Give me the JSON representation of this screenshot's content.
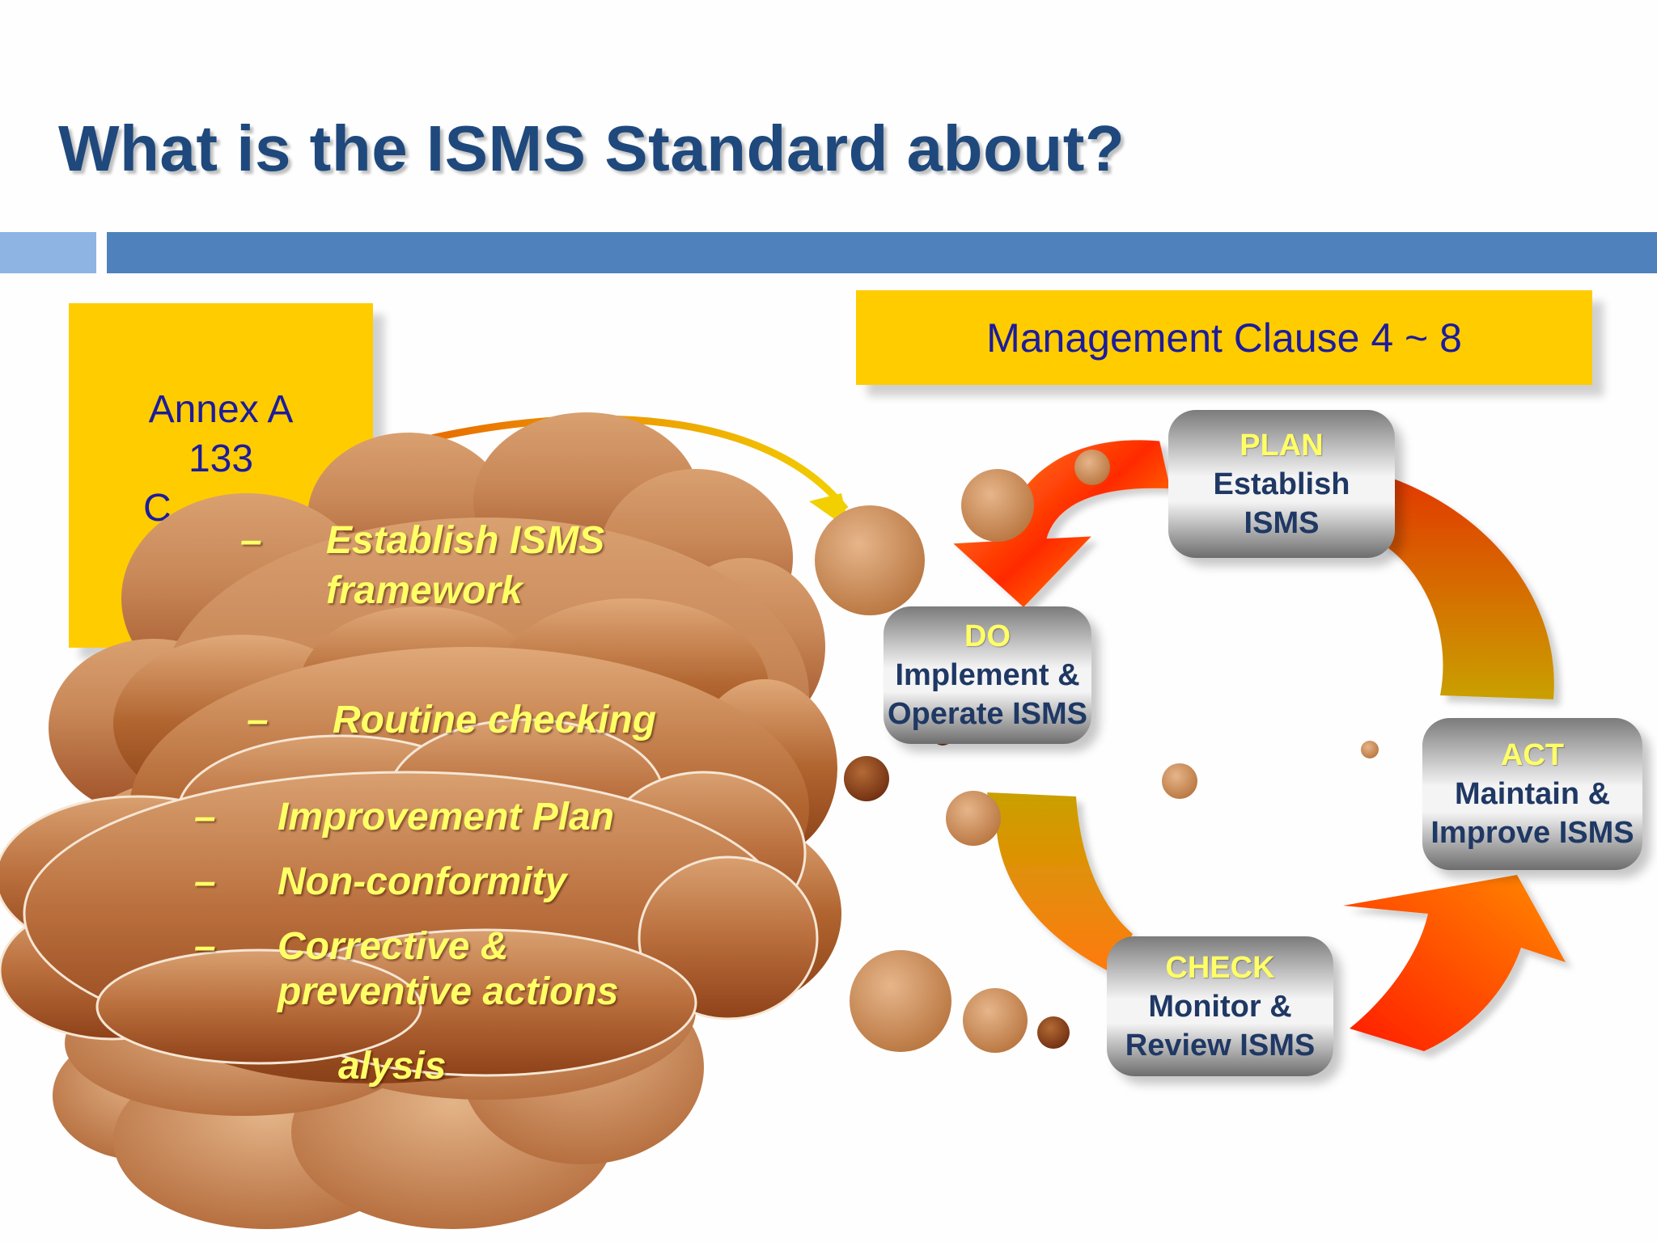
{
  "title": "What is the ISMS Standard about?",
  "annex": {
    "line1": "Annex A",
    "line2": "133",
    "line3": "C"
  },
  "management_clause": "Management Clause 4 ~ 8",
  "pdca": {
    "plan": {
      "phase": "PLAN",
      "line1": "Establish",
      "line2": "ISMS"
    },
    "do": {
      "phase": "DO",
      "line1": "Implement &",
      "line2": "Operate ISMS"
    },
    "act": {
      "phase": "ACT",
      "line1": "Maintain &",
      "line2": "Improve ISMS"
    },
    "check": {
      "phase": "CHECK",
      "line1": "Monitor &",
      "line2": "Review ISMS"
    }
  },
  "clouds": {
    "plan": {
      "dash": "–",
      "item1_line1": "Establish ISMS",
      "item1_line2": "framework"
    },
    "do": {
      "dash": "–",
      "item1": "Routine checking"
    },
    "act": {
      "dash1": "–",
      "item1": "Improvement Plan",
      "dash2": "–",
      "item2": "Non-conformity",
      "dash3": "–",
      "item3_line1": "Corrective &",
      "item3_line2": "preventive actions"
    },
    "check": {
      "fragment": "alysis"
    }
  },
  "colors": {
    "title": "#1f497d",
    "note": "#ffcc00",
    "note_text": "#1c1c9c",
    "bar": "#4f81bd",
    "bar_light": "#8eb4e3",
    "cloud_text": "#ffff66",
    "box_text": "#1f3864"
  }
}
